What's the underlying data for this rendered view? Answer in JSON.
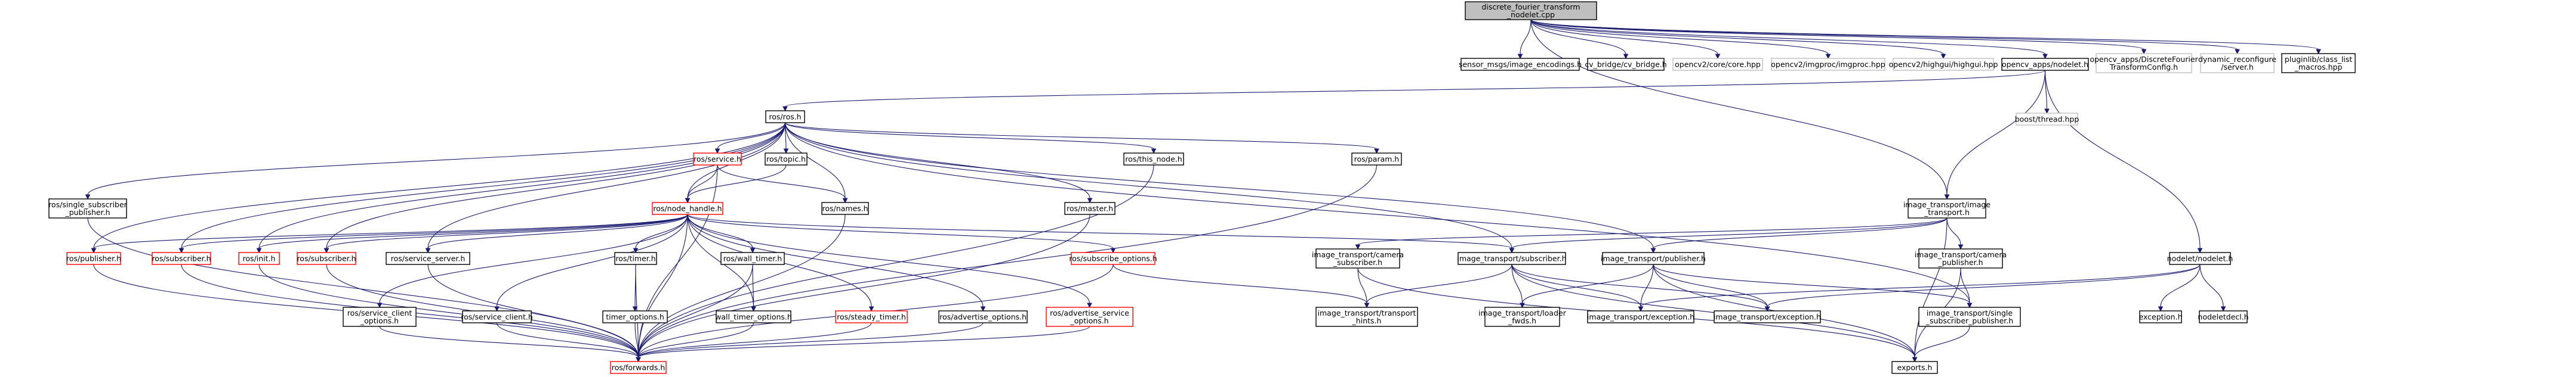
{
  "colors": {
    "root_fill": "#bfbfbf",
    "node_border": "#000000",
    "missing_border": "#bfbfbf",
    "missing_text": "#404040",
    "red_border": "#ff0000",
    "edge": "#191970",
    "background": "#ffffff"
  },
  "nodes": [
    {
      "id": "root",
      "lines": [
        "discrete_fourier_transform",
        "_nodelet.cpp"
      ],
      "style": "root"
    },
    {
      "id": "sensor",
      "lines": [
        "sensor_msgs/image_encodings.h"
      ],
      "style": "normal"
    },
    {
      "id": "cvbridge",
      "lines": [
        "cv_bridge/cv_bridge.h"
      ],
      "style": "normal"
    },
    {
      "id": "opencvcore",
      "lines": [
        "opencv2/core/core.hpp"
      ],
      "style": "missing"
    },
    {
      "id": "imgproc",
      "lines": [
        "opencv2/imgproc/imgproc.hpp"
      ],
      "style": "missing"
    },
    {
      "id": "highgui",
      "lines": [
        "opencv2/highgui/highgui.hpp"
      ],
      "style": "missing"
    },
    {
      "id": "opencvapps",
      "lines": [
        "opencv_apps/nodelet.h"
      ],
      "style": "normal"
    },
    {
      "id": "dftconfig",
      "lines": [
        "opencv_apps/DiscreteFourier",
        "TransformConfig.h"
      ],
      "style": "missing"
    },
    {
      "id": "dynserver",
      "lines": [
        "dynamic_reconfigure",
        "/server.h"
      ],
      "style": "missing"
    },
    {
      "id": "pluginlib",
      "lines": [
        "pluginlib/class_list",
        "_macros.hpp"
      ],
      "style": "normal"
    },
    {
      "id": "rosh",
      "lines": [
        "ros/ros.h"
      ],
      "style": "normal"
    },
    {
      "id": "boostthread",
      "lines": [
        "boost/thread.hpp"
      ],
      "style": "missing"
    },
    {
      "id": "singlesub",
      "lines": [
        "ros/single_subscriber",
        "_publisher.h"
      ],
      "style": "normal"
    },
    {
      "id": "service",
      "lines": [
        "ros/service.h"
      ],
      "style": "red"
    },
    {
      "id": "topic",
      "lines": [
        "ros/topic.h"
      ],
      "style": "normal"
    },
    {
      "id": "thisnode",
      "lines": [
        "ros/this_node.h"
      ],
      "style": "normal"
    },
    {
      "id": "param",
      "lines": [
        "ros/param.h"
      ],
      "style": "normal"
    },
    {
      "id": "nodehandle",
      "lines": [
        "ros/node_handle.h"
      ],
      "style": "red"
    },
    {
      "id": "names",
      "lines": [
        "ros/names.h"
      ],
      "style": "normal"
    },
    {
      "id": "master",
      "lines": [
        "ros/master.h"
      ],
      "style": "normal"
    },
    {
      "id": "ittransport",
      "lines": [
        "image_transport/image",
        "_transport.h"
      ],
      "style": "normal"
    },
    {
      "id": "nodeletnodelet",
      "lines": [
        "nodelet/nodelet.h"
      ],
      "style": "normal"
    },
    {
      "id": "publisher",
      "lines": [
        "ros/publisher.h"
      ],
      "style": "red"
    },
    {
      "id": "rossubscriber",
      "lines": [
        "ros/subscriber.h"
      ],
      "style": "red"
    },
    {
      "id": "init",
      "lines": [
        "ros/init.h"
      ],
      "style": "red"
    },
    {
      "id": "subscriber2",
      "lines": [
        "ros/subscriber.h"
      ],
      "style": "red"
    },
    {
      "id": "serviceserver",
      "lines": [
        "ros/service_server.h"
      ],
      "style": "normal"
    },
    {
      "id": "timer",
      "lines": [
        "ros/timer.h"
      ],
      "style": "normal"
    },
    {
      "id": "walltimer",
      "lines": [
        "ros/wall_timer.h"
      ],
      "style": "normal"
    },
    {
      "id": "subopts",
      "lines": [
        "ros/subscribe_options.h"
      ],
      "style": "red"
    },
    {
      "id": "itcamsub",
      "lines": [
        "image_transport/camera",
        "_subscriber.h"
      ],
      "style": "normal"
    },
    {
      "id": "itsubscriber",
      "lines": [
        "image_transport/subscriber.h"
      ],
      "style": "normal"
    },
    {
      "id": "itpublisher",
      "lines": [
        "image_transport/publisher.h"
      ],
      "style": "normal"
    },
    {
      "id": "itcampub",
      "lines": [
        "image_transport/camera",
        "_publisher.h"
      ],
      "style": "normal"
    },
    {
      "id": "exceptionh",
      "lines": [
        "exception.h"
      ],
      "style": "normal"
    },
    {
      "id": "nodeletdecl",
      "lines": [
        "nodeletdecl.h"
      ],
      "style": "normal"
    },
    {
      "id": "svcclientopts",
      "lines": [
        "ros/service_client",
        "_options.h"
      ],
      "style": "normal"
    },
    {
      "id": "svcclient",
      "lines": [
        "ros/service_client.h"
      ],
      "style": "normal"
    },
    {
      "id": "timeropts",
      "lines": [
        "timer_options.h"
      ],
      "style": "normal"
    },
    {
      "id": "walltimeropts",
      "lines": [
        "wall_timer_options.h"
      ],
      "style": "normal"
    },
    {
      "id": "steadytimer",
      "lines": [
        "ros/steady_timer.h"
      ],
      "style": "red"
    },
    {
      "id": "advopts",
      "lines": [
        "ros/advertise_options.h"
      ],
      "style": "normal"
    },
    {
      "id": "advsvcopts",
      "lines": [
        "ros/advertise_service",
        "_options.h"
      ],
      "style": "red"
    },
    {
      "id": "transporthints",
      "lines": [
        "image_transport/transport",
        "_hints.h"
      ],
      "style": "normal"
    },
    {
      "id": "loaderfwds",
      "lines": [
        "image_transport/loader",
        "_fwds.h"
      ],
      "style": "normal"
    },
    {
      "id": "itexception1",
      "lines": [
        "image_transport/exception.h"
      ],
      "style": "normal"
    },
    {
      "id": "itexception2",
      "lines": [
        "image_transport/exception.h"
      ],
      "style": "normal"
    },
    {
      "id": "singlesubpub",
      "lines": [
        "image_transport/single",
        "_subscriber_publisher.h"
      ],
      "style": "normal"
    },
    {
      "id": "forwards",
      "lines": [
        "ros/forwards.h"
      ],
      "style": "red"
    },
    {
      "id": "exportsh",
      "lines": [
        "exports.h"
      ],
      "style": "normal"
    }
  ],
  "edges": [
    [
      "root",
      "sensor"
    ],
    [
      "root",
      "cvbridge"
    ],
    [
      "root",
      "opencvcore"
    ],
    [
      "root",
      "imgproc"
    ],
    [
      "root",
      "highgui"
    ],
    [
      "root",
      "opencvapps"
    ],
    [
      "root",
      "dftconfig"
    ],
    [
      "root",
      "dynserver"
    ],
    [
      "root",
      "pluginlib"
    ],
    [
      "root",
      "ittransport"
    ],
    [
      "opencvapps",
      "rosh"
    ],
    [
      "opencvapps",
      "boostthread"
    ],
    [
      "opencvapps",
      "ittransport"
    ],
    [
      "opencvapps",
      "nodeletnodelet"
    ],
    [
      "rosh",
      "singlesub"
    ],
    [
      "rosh",
      "service"
    ],
    [
      "rosh",
      "topic"
    ],
    [
      "rosh",
      "thisnode"
    ],
    [
      "rosh",
      "param"
    ],
    [
      "rosh",
      "nodehandle"
    ],
    [
      "rosh",
      "names"
    ],
    [
      "rosh",
      "master"
    ],
    [
      "rosh",
      "publisher"
    ],
    [
      "rosh",
      "rossubscriber"
    ],
    [
      "rosh",
      "init"
    ],
    [
      "rosh",
      "subscriber2"
    ],
    [
      "rosh",
      "serviceserver"
    ],
    [
      "rosh",
      "itsubscriber"
    ],
    [
      "rosh",
      "itpublisher"
    ],
    [
      "rosh",
      "singlesubpub"
    ],
    [
      "service",
      "nodehandle"
    ],
    [
      "service",
      "names"
    ],
    [
      "service",
      "forwards"
    ],
    [
      "topic",
      "nodehandle"
    ],
    [
      "thisnode",
      "forwards"
    ],
    [
      "param",
      "forwards"
    ],
    [
      "names",
      "forwards"
    ],
    [
      "master",
      "forwards"
    ],
    [
      "singlesub",
      "forwards"
    ],
    [
      "nodehandle",
      "publisher"
    ],
    [
      "nodehandle",
      "rossubscriber"
    ],
    [
      "nodehandle",
      "init"
    ],
    [
      "nodehandle",
      "subscriber2"
    ],
    [
      "nodehandle",
      "serviceserver"
    ],
    [
      "nodehandle",
      "timer"
    ],
    [
      "nodehandle",
      "walltimer"
    ],
    [
      "nodehandle",
      "subopts"
    ],
    [
      "nodehandle",
      "svcclientopts"
    ],
    [
      "nodehandle",
      "svcclient"
    ],
    [
      "nodehandle",
      "steadytimer"
    ],
    [
      "nodehandle",
      "advopts"
    ],
    [
      "nodehandle",
      "advsvcopts"
    ],
    [
      "nodehandle",
      "itsubscriber"
    ],
    [
      "nodehandle",
      "walltimeropts"
    ],
    [
      "nodehandle",
      "forwards"
    ],
    [
      "publisher",
      "forwards"
    ],
    [
      "rossubscriber",
      "forwards"
    ],
    [
      "init",
      "forwards"
    ],
    [
      "subscriber2",
      "forwards"
    ],
    [
      "serviceserver",
      "forwards"
    ],
    [
      "timer",
      "timeropts"
    ],
    [
      "timer",
      "forwards"
    ],
    [
      "walltimer",
      "walltimeropts"
    ],
    [
      "walltimer",
      "forwards"
    ],
    [
      "subopts",
      "transporthints"
    ],
    [
      "subopts",
      "forwards"
    ],
    [
      "svcclientopts",
      "forwards"
    ],
    [
      "svcclient",
      "forwards"
    ],
    [
      "timeropts",
      "forwards"
    ],
    [
      "walltimeropts",
      "forwards"
    ],
    [
      "steadytimer",
      "forwards"
    ],
    [
      "advopts",
      "forwards"
    ],
    [
      "advsvcopts",
      "forwards"
    ],
    [
      "ittransport",
      "itcamsub"
    ],
    [
      "ittransport",
      "itsubscriber"
    ],
    [
      "ittransport",
      "itpublisher"
    ],
    [
      "ittransport",
      "itcampub"
    ],
    [
      "ittransport",
      "exportsh"
    ],
    [
      "itcamsub",
      "transporthints"
    ],
    [
      "itcamsub",
      "exportsh"
    ],
    [
      "itsubscriber",
      "transporthints"
    ],
    [
      "itsubscriber",
      "loaderfwds"
    ],
    [
      "itsubscriber",
      "itexception1"
    ],
    [
      "itsubscriber",
      "itexception2"
    ],
    [
      "itsubscriber",
      "exportsh"
    ],
    [
      "itpublisher",
      "singlesubpub"
    ],
    [
      "itpublisher",
      "loaderfwds"
    ],
    [
      "itpublisher",
      "itexception1"
    ],
    [
      "itpublisher",
      "itexception2"
    ],
    [
      "itpublisher",
      "exportsh"
    ],
    [
      "itcampub",
      "singlesubpub"
    ],
    [
      "itcampub",
      "exportsh"
    ],
    [
      "nodeletnodelet",
      "exceptionh"
    ],
    [
      "nodeletnodelet",
      "nodeletdecl"
    ],
    [
      "nodeletnodelet",
      "itexception1"
    ],
    [
      "nodeletnodelet",
      "itexception2"
    ],
    [
      "singlesubpub",
      "exportsh"
    ]
  ]
}
